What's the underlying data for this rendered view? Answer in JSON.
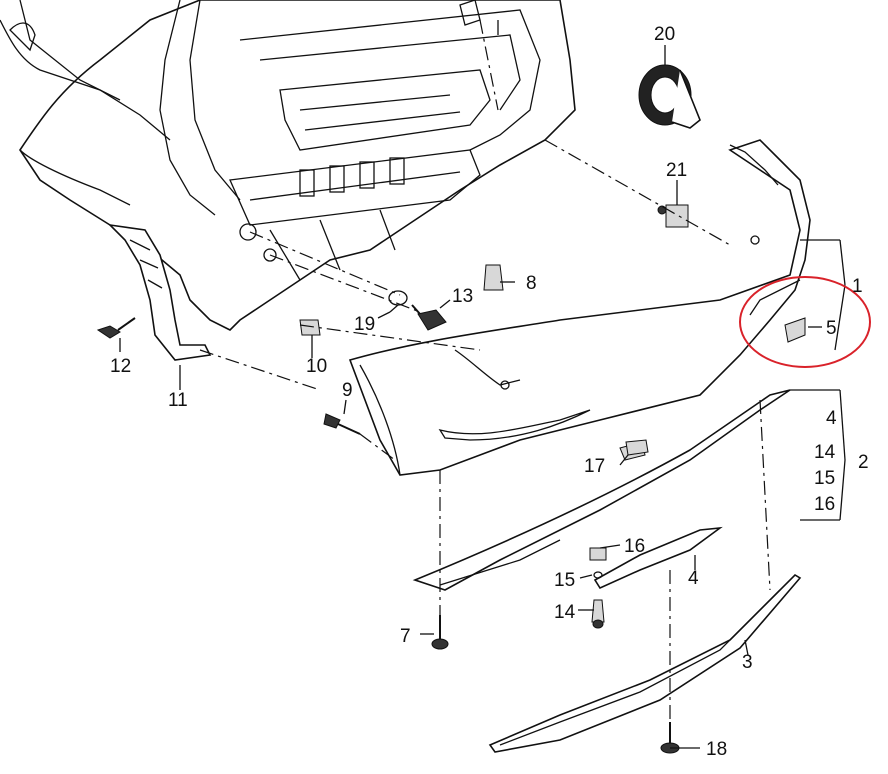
{
  "diagram": {
    "callouts": [
      {
        "id": "c1",
        "label": "1"
      },
      {
        "id": "c2",
        "label": "2"
      },
      {
        "id": "c3",
        "label": "3"
      },
      {
        "id": "c4a",
        "label": "4"
      },
      {
        "id": "c4b",
        "label": "4"
      },
      {
        "id": "c5",
        "label": "5"
      },
      {
        "id": "c7",
        "label": "7"
      },
      {
        "id": "c8",
        "label": "8"
      },
      {
        "id": "c9",
        "label": "9"
      },
      {
        "id": "c10",
        "label": "10"
      },
      {
        "id": "c11",
        "label": "11"
      },
      {
        "id": "c12",
        "label": "12"
      },
      {
        "id": "c13",
        "label": "13"
      },
      {
        "id": "c14a",
        "label": "14"
      },
      {
        "id": "c14b",
        "label": "14"
      },
      {
        "id": "c15a",
        "label": "15"
      },
      {
        "id": "c15b",
        "label": "15"
      },
      {
        "id": "c16a",
        "label": "16"
      },
      {
        "id": "c16b",
        "label": "16"
      },
      {
        "id": "c17",
        "label": "17"
      },
      {
        "id": "c18",
        "label": "18"
      },
      {
        "id": "c19",
        "label": "19"
      },
      {
        "id": "c20",
        "label": "20"
      },
      {
        "id": "c21",
        "label": "21"
      }
    ],
    "highlight_color": "#d9222a",
    "line_color": "#111111"
  }
}
